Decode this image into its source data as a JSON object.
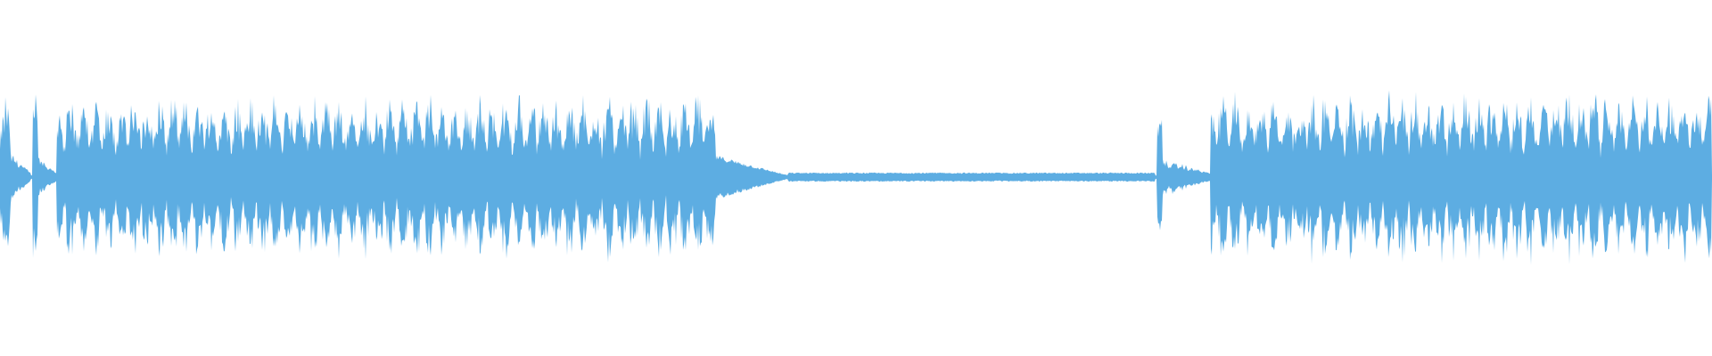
{
  "waveform": {
    "color": "#5dade2",
    "background": "#ffffff",
    "segments": [
      {
        "kind": "loud",
        "start": 0.0,
        "end": 0.006,
        "amp": 0.22
      },
      {
        "kind": "decay",
        "start": 0.006,
        "end": 0.018,
        "amp": 0.06
      },
      {
        "kind": "transient",
        "start": 0.019,
        "end": 0.022,
        "amp": 0.22
      },
      {
        "kind": "decay",
        "start": 0.022,
        "end": 0.033,
        "amp": 0.05
      },
      {
        "kind": "loud",
        "start": 0.033,
        "end": 0.418,
        "amp": 0.22
      },
      {
        "kind": "fade",
        "start": 0.418,
        "end": 0.46,
        "amp": 0.05
      },
      {
        "kind": "quiet",
        "start": 0.46,
        "end": 0.675,
        "amp": 0.01
      },
      {
        "kind": "transient",
        "start": 0.676,
        "end": 0.679,
        "amp": 0.16
      },
      {
        "kind": "decay",
        "start": 0.679,
        "end": 0.707,
        "amp": 0.04
      },
      {
        "kind": "loud",
        "start": 0.707,
        "end": 1.0,
        "amp": 0.23
      }
    ]
  }
}
